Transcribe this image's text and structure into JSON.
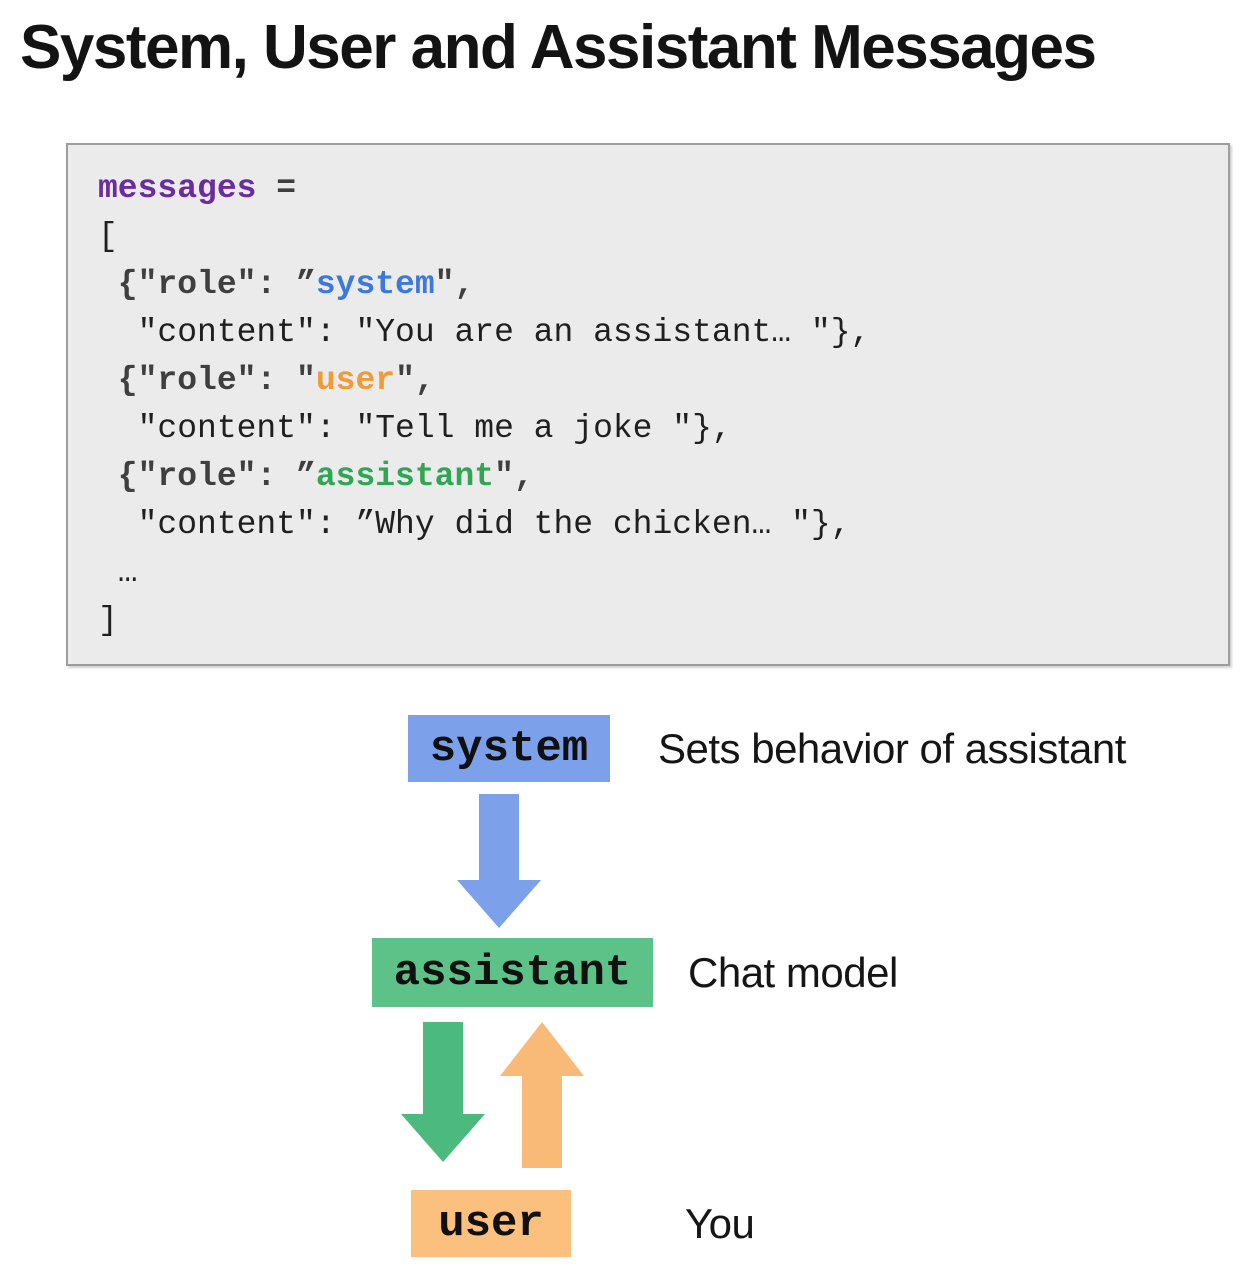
{
  "title": "System, User and Assistant Messages",
  "colors": {
    "purple": "#6b2d9e",
    "blue": "#3d78dc",
    "orange": "#ef9b38",
    "green": "#2fa653",
    "dark": "#3f3f3f",
    "black": "#1f1f1f",
    "system_box": "#7ca0ea",
    "assistant_box": "#5cc287",
    "user_box": "#fbc07e",
    "arrow_blue": "#7ca0ea",
    "arrow_green": "#4cb97e",
    "arrow_orange": "#f8ba76"
  },
  "code": {
    "lines": [
      [
        {
          "t": "messages",
          "c": "purple",
          "b": true
        },
        {
          "t": " =",
          "c": "dark",
          "b": true
        }
      ],
      [
        {
          "t": "[",
          "c": "black",
          "b": false
        }
      ],
      [
        {
          "t": " {\"role\": ”",
          "c": "dark",
          "b": true
        },
        {
          "t": "system",
          "c": "blue",
          "b": true
        },
        {
          "t": "\",",
          "c": "dark",
          "b": true
        }
      ],
      [
        {
          "t": "  \"content\": \"You are an assistant… \"},",
          "c": "black",
          "b": false
        }
      ],
      [
        {
          "t": " {\"role\": \"",
          "c": "dark",
          "b": true
        },
        {
          "t": "user",
          "c": "orange",
          "b": true
        },
        {
          "t": "\",",
          "c": "dark",
          "b": true
        }
      ],
      [
        {
          "t": "  \"content\": \"Tell me a joke \"},",
          "c": "black",
          "b": false
        }
      ],
      [
        {
          "t": " {\"role\": ”",
          "c": "dark",
          "b": true
        },
        {
          "t": "assistant",
          "c": "green",
          "b": true
        },
        {
          "t": "\",",
          "c": "dark",
          "b": true
        }
      ],
      [
        {
          "t": "  \"content\": ”Why did the chicken… \"},",
          "c": "black",
          "b": false
        }
      ],
      [
        {
          "t": " …",
          "c": "black",
          "b": false
        }
      ],
      [
        {
          "t": "]",
          "c": "black",
          "b": false
        }
      ]
    ]
  },
  "diagram": {
    "nodes": [
      {
        "id": "system",
        "label": "system",
        "annotation": "Sets behavior of assistant"
      },
      {
        "id": "assistant",
        "label": "assistant",
        "annotation": "Chat model"
      },
      {
        "id": "user",
        "label": "user",
        "annotation": "You"
      }
    ],
    "arrows": [
      {
        "name": "system-to-assistant",
        "direction": "down",
        "color_key": "arrow_blue"
      },
      {
        "name": "assistant-to-user",
        "direction": "down",
        "color_key": "arrow_green"
      },
      {
        "name": "user-to-assistant",
        "direction": "up",
        "color_key": "arrow_orange"
      }
    ]
  }
}
